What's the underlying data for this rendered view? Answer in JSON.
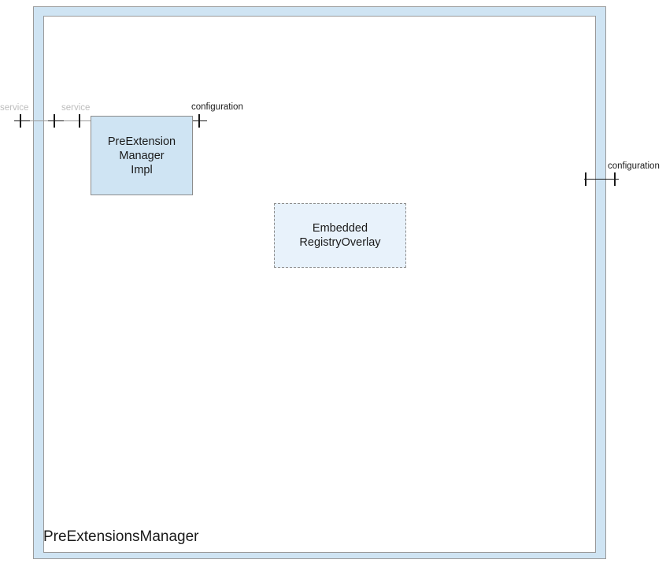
{
  "diagram": {
    "type": "uml-component-diagram",
    "frame": {
      "title": "PreExtensionsManager",
      "border_color": "#9a9a9a",
      "band_color": "#cfe4f3",
      "background": "#ffffff"
    },
    "components": [
      {
        "name": "PreExtensionManagerImpl",
        "label": "PreExtension\nManager\nImpl",
        "border_style": "solid",
        "fill": "#cfe4f3",
        "border_color": "#8c8c8c"
      },
      {
        "name": "EmbeddedRegistryOverlay",
        "label": "Embedded\nRegistryOverlay",
        "border_style": "dashed",
        "fill": "#e8f2fb",
        "border_color": "#8c8c8c"
      }
    ],
    "ports": [
      {
        "id": "service-outer",
        "label": "service",
        "label_color": "#bdbdbd",
        "side": "left",
        "kind": "required-interface"
      },
      {
        "id": "service-inner",
        "label": "service",
        "label_color": "#bdbdbd",
        "side": "left",
        "kind": "required-interface"
      },
      {
        "id": "configuration-impl",
        "label": "configuration",
        "label_color": "#1a1a1a",
        "side": "right",
        "kind": "provided-interface"
      },
      {
        "id": "configuration-frame",
        "label": "configuration",
        "label_color": "#1a1a1a",
        "side": "right",
        "kind": "provided-interface"
      }
    ]
  }
}
